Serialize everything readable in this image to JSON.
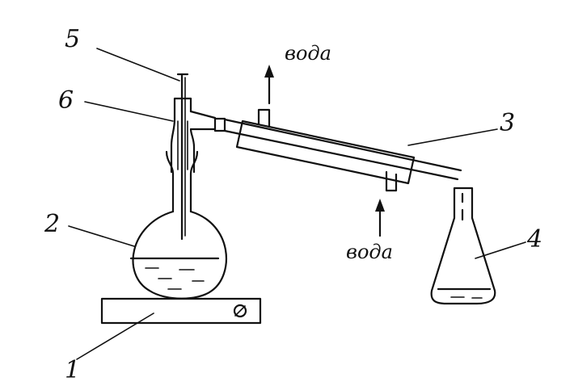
{
  "diagram": {
    "labels": {
      "heater": "1",
      "flask": "2",
      "condenser": "3",
      "receiver": "4",
      "thermometer": "5",
      "adapter": "6"
    },
    "water_out": "вода",
    "water_in": "вода"
  }
}
